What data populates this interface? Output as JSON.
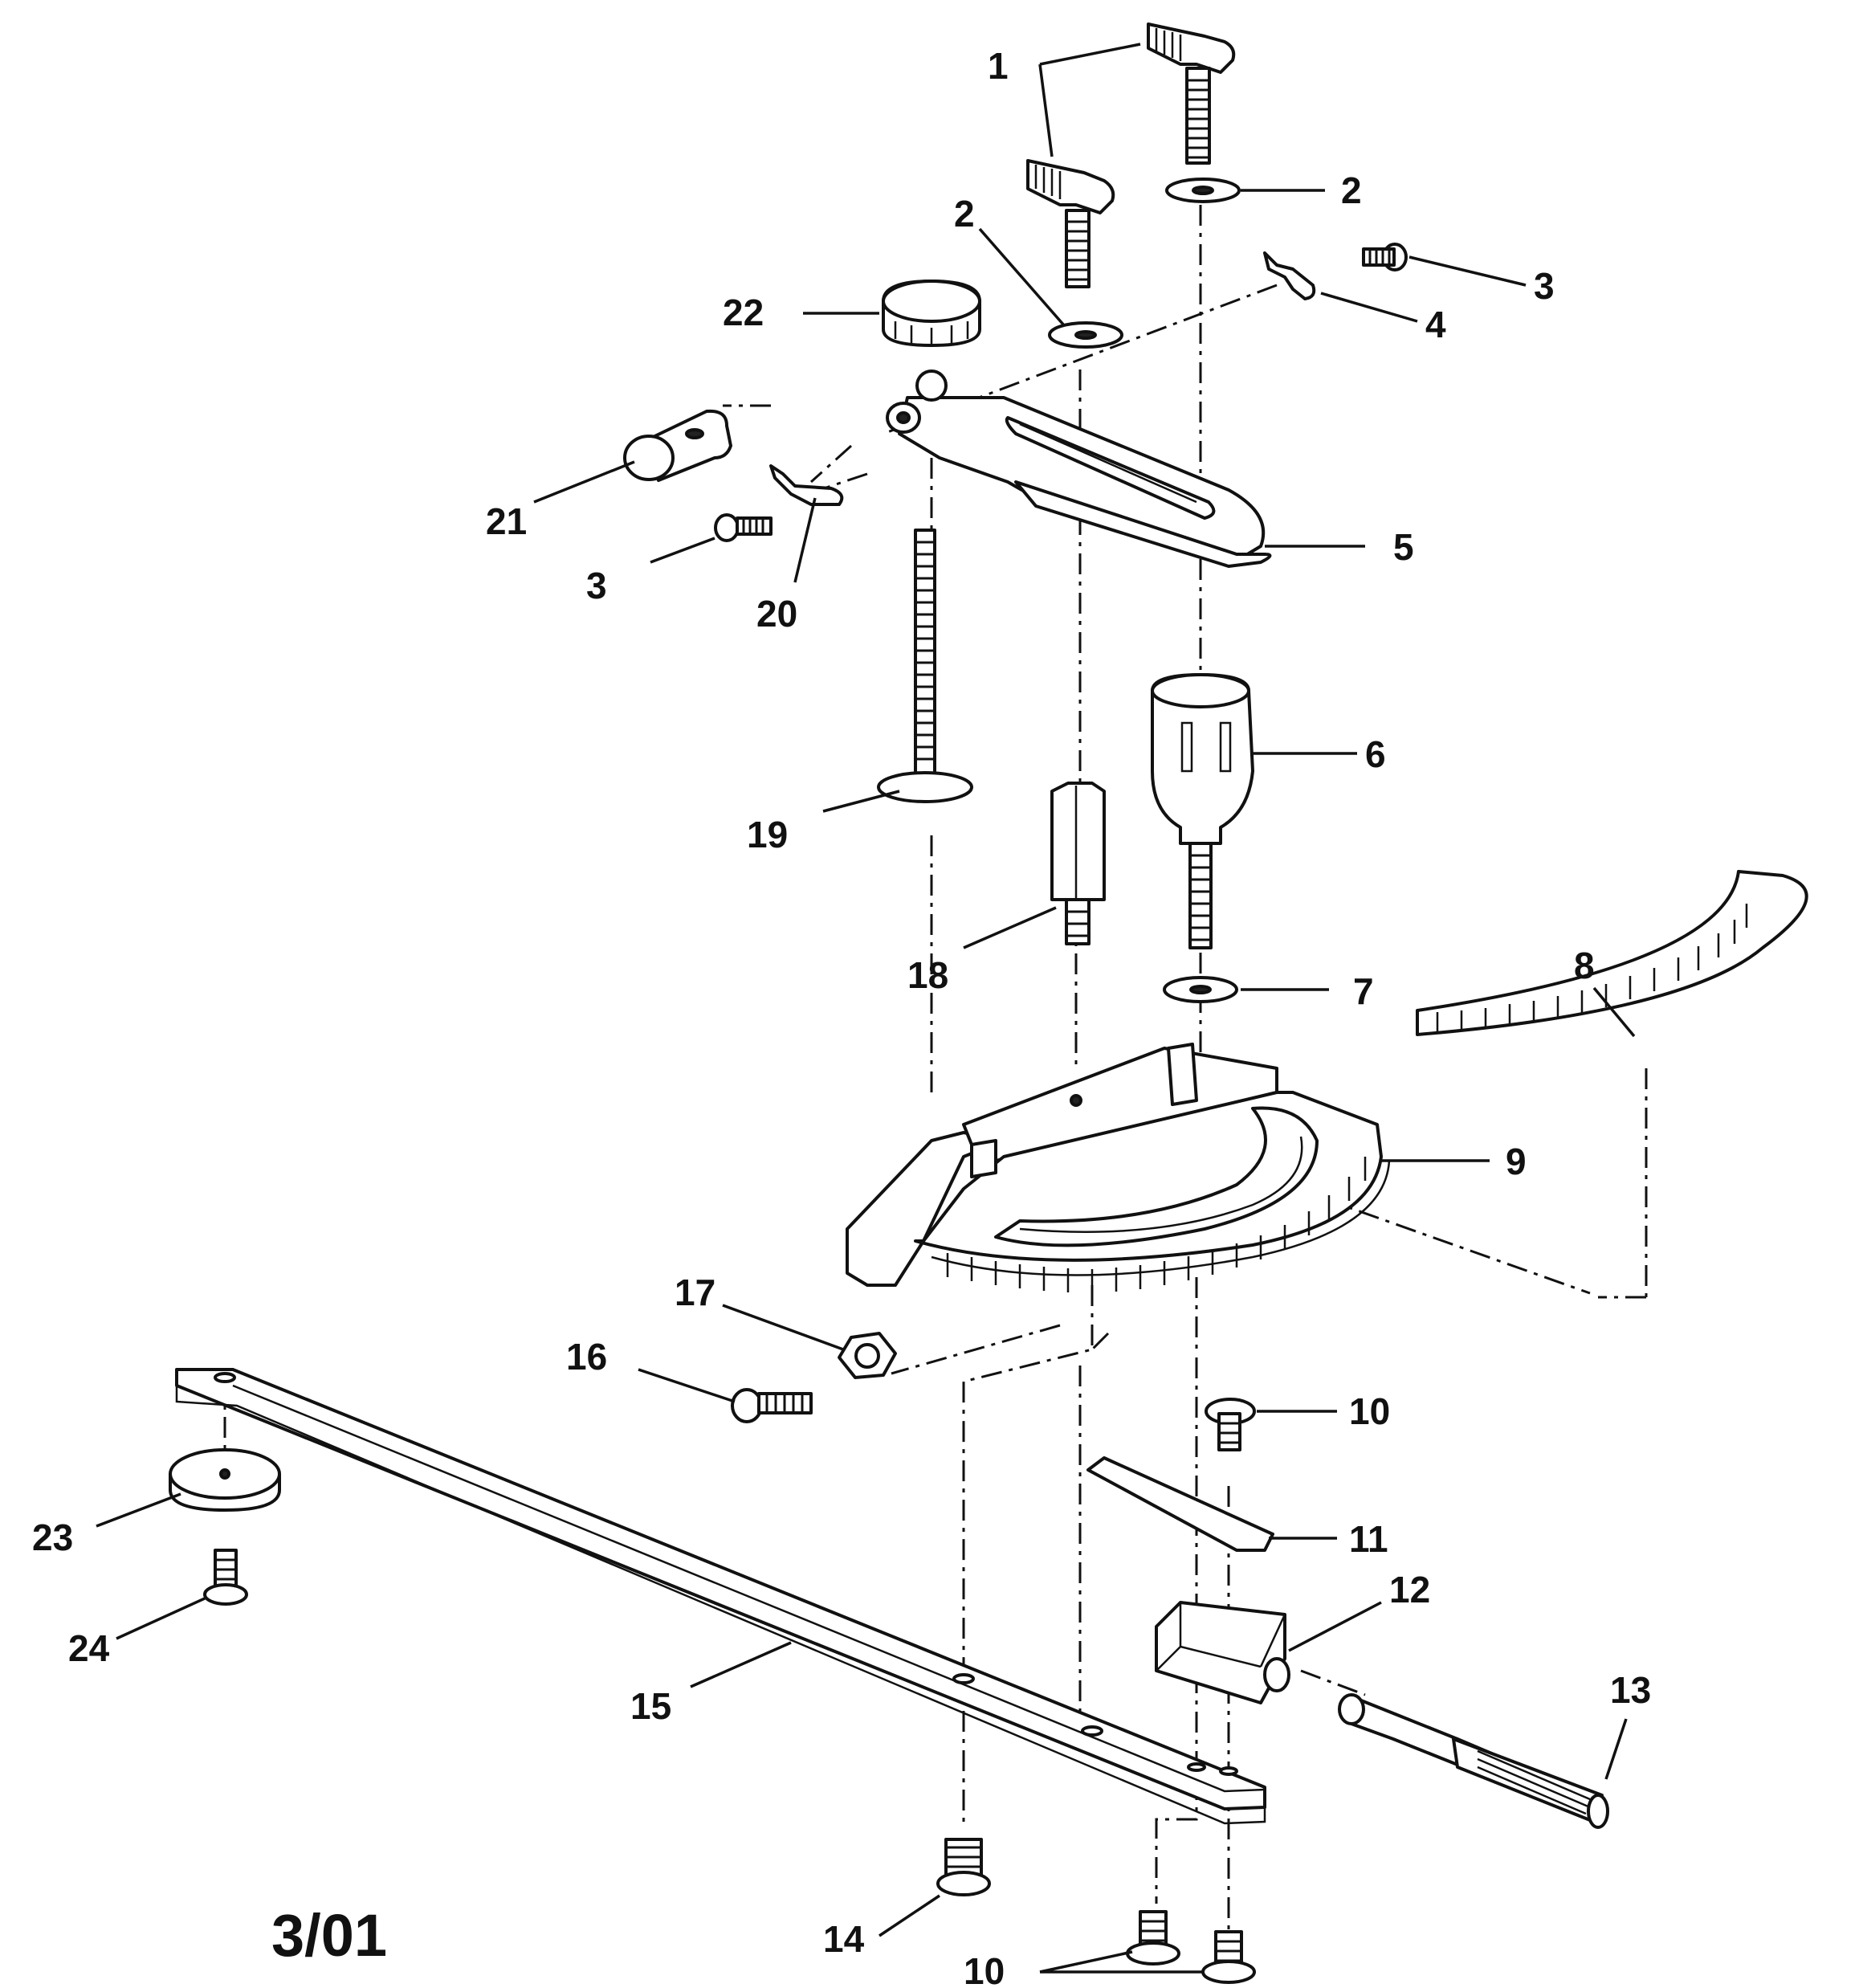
{
  "diagram": {
    "part_numbers": [
      "1",
      "2",
      "2",
      "3",
      "4",
      "22",
      "21",
      "3",
      "20",
      "5",
      "19",
      "6",
      "18",
      "7",
      "8",
      "9",
      "17",
      "16",
      "10",
      "11",
      "23",
      "24",
      "12",
      "13",
      "15",
      "14",
      "10"
    ],
    "date_code": "3/01"
  }
}
